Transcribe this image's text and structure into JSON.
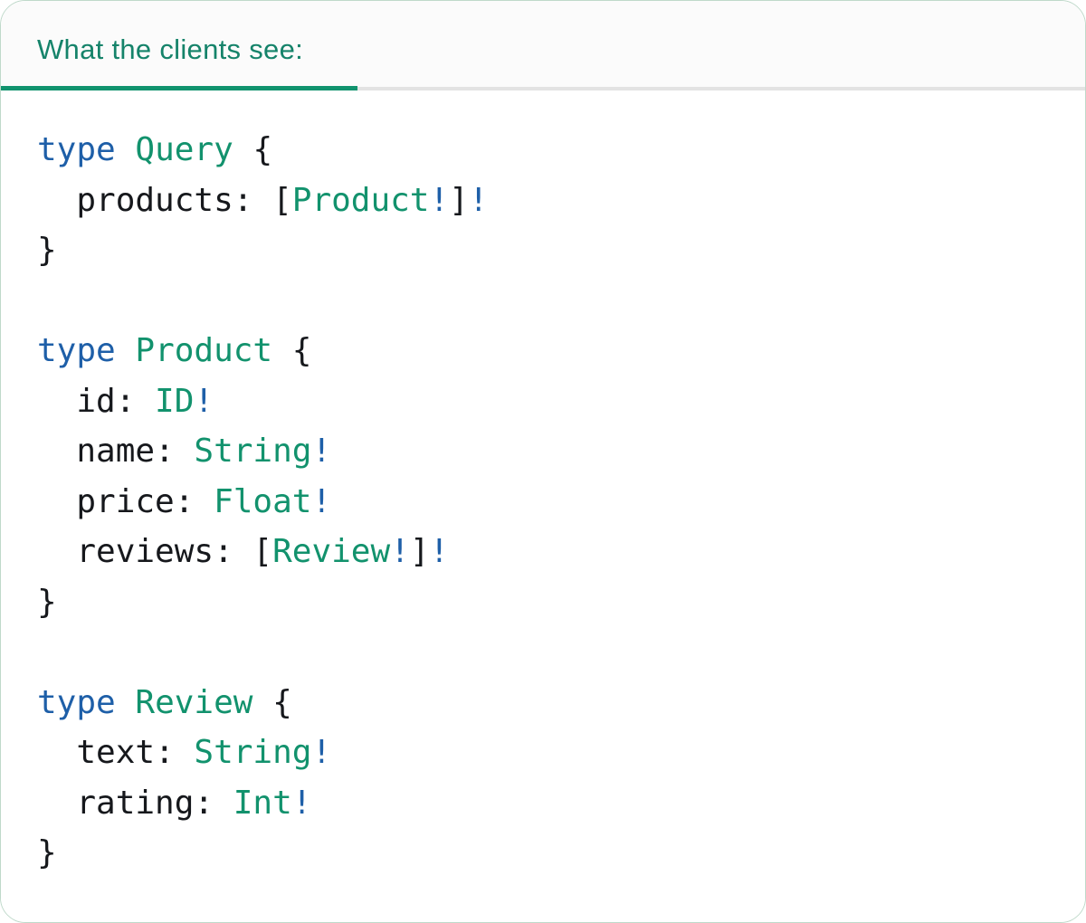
{
  "panel": {
    "tab_label": "What the clients see:",
    "colors": {
      "tab_text": "#15836a",
      "tab_underline": "#11936e",
      "tabbar_background": "#fbfbfb",
      "divider": "#e3e3e3",
      "card_border": "#bfd9ca",
      "code_keyword_blue": "#1e5fa8",
      "code_type_teal": "#12926d",
      "code_bang_blue": "#1e5fa8",
      "code_plain_dark": "#16181c"
    }
  },
  "code": {
    "lines": [
      [
        [
          "kw",
          "type"
        ],
        [
          "pl",
          " "
        ],
        [
          "ty",
          "Query"
        ],
        [
          "pl",
          " {"
        ]
      ],
      [
        [
          "pl",
          "  products: ["
        ],
        [
          "ty",
          "Product"
        ],
        [
          "bg",
          "!"
        ],
        [
          "pl",
          "]"
        ],
        [
          "bg",
          "!"
        ]
      ],
      [
        [
          "pl",
          "}"
        ]
      ],
      [],
      [
        [
          "kw",
          "type"
        ],
        [
          "pl",
          " "
        ],
        [
          "ty",
          "Product"
        ],
        [
          "pl",
          " {"
        ]
      ],
      [
        [
          "pl",
          "  id: "
        ],
        [
          "ty",
          "ID"
        ],
        [
          "bg",
          "!"
        ]
      ],
      [
        [
          "pl",
          "  name: "
        ],
        [
          "ty",
          "String"
        ],
        [
          "bg",
          "!"
        ]
      ],
      [
        [
          "pl",
          "  price: "
        ],
        [
          "ty",
          "Float"
        ],
        [
          "bg",
          "!"
        ]
      ],
      [
        [
          "pl",
          "  reviews: ["
        ],
        [
          "ty",
          "Review"
        ],
        [
          "bg",
          "!"
        ],
        [
          "pl",
          "]"
        ],
        [
          "bg",
          "!"
        ]
      ],
      [
        [
          "pl",
          "}"
        ]
      ],
      [],
      [
        [
          "kw",
          "type"
        ],
        [
          "pl",
          " "
        ],
        [
          "ty",
          "Review"
        ],
        [
          "pl",
          " {"
        ]
      ],
      [
        [
          "pl",
          "  text: "
        ],
        [
          "ty",
          "String"
        ],
        [
          "bg",
          "!"
        ]
      ],
      [
        [
          "pl",
          "  rating: "
        ],
        [
          "ty",
          "Int"
        ],
        [
          "bg",
          "!"
        ]
      ],
      [
        [
          "pl",
          "}"
        ]
      ]
    ]
  }
}
